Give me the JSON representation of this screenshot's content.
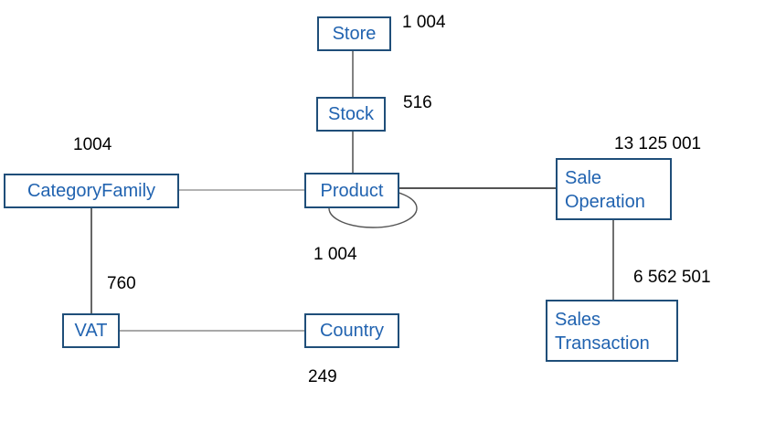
{
  "diagram": {
    "type": "entity-relationship-graph",
    "colors": {
      "background": "#ffffff",
      "box_border": "#1F4E79",
      "box_text": "#2163B0",
      "count_text": "#000000",
      "edge_dark": "#333333",
      "edge_gray": "#8c8c8c"
    },
    "entities": {
      "store": {
        "label": "Store",
        "count": "1 004"
      },
      "stock": {
        "label": "Stock",
        "count": "516"
      },
      "category_family": {
        "label": "CategoryFamily",
        "count": "1004"
      },
      "product": {
        "label": "Product",
        "count": "1 004"
      },
      "sale_operation": {
        "label": "Sale Operation",
        "count": "13 125 001"
      },
      "vat": {
        "label": "VAT",
        "count": "760"
      },
      "country": {
        "label": "Country",
        "count": "249"
      },
      "sales_transaction": {
        "label": "Sales Transaction",
        "count": "6 562 501"
      }
    },
    "edges": [
      {
        "from": "store",
        "to": "stock"
      },
      {
        "from": "stock",
        "to": "product"
      },
      {
        "from": "category_family",
        "to": "product"
      },
      {
        "from": "product",
        "to": "sale_operation"
      },
      {
        "from": "product",
        "to": "product",
        "note": "self-loop"
      },
      {
        "from": "category_family",
        "to": "vat"
      },
      {
        "from": "vat",
        "to": "country"
      },
      {
        "from": "sale_operation",
        "to": "sales_transaction"
      }
    ]
  }
}
